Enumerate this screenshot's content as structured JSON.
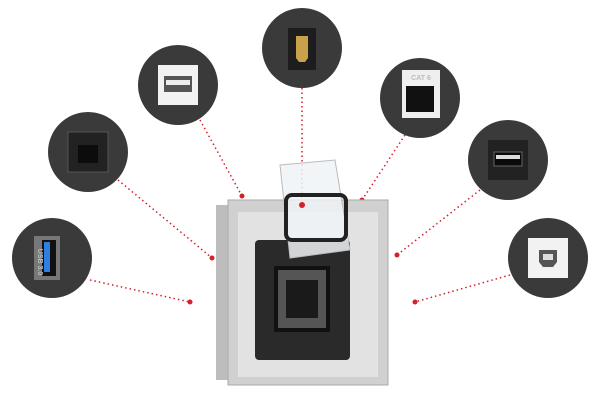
{
  "colors": {
    "accent": "#d4202a",
    "circle": "#3a3a3a",
    "frame": "#c8c8c8"
  },
  "connectors": [
    {
      "name": "usb-3-port",
      "label": "USB 3.0"
    },
    {
      "name": "rj45-black-port"
    },
    {
      "name": "usb-a-white-port"
    },
    {
      "name": "hdmi-port"
    },
    {
      "name": "cat6-port",
      "label": "CAT 6"
    },
    {
      "name": "usb-a-black-port"
    },
    {
      "name": "usb-b-port"
    }
  ]
}
